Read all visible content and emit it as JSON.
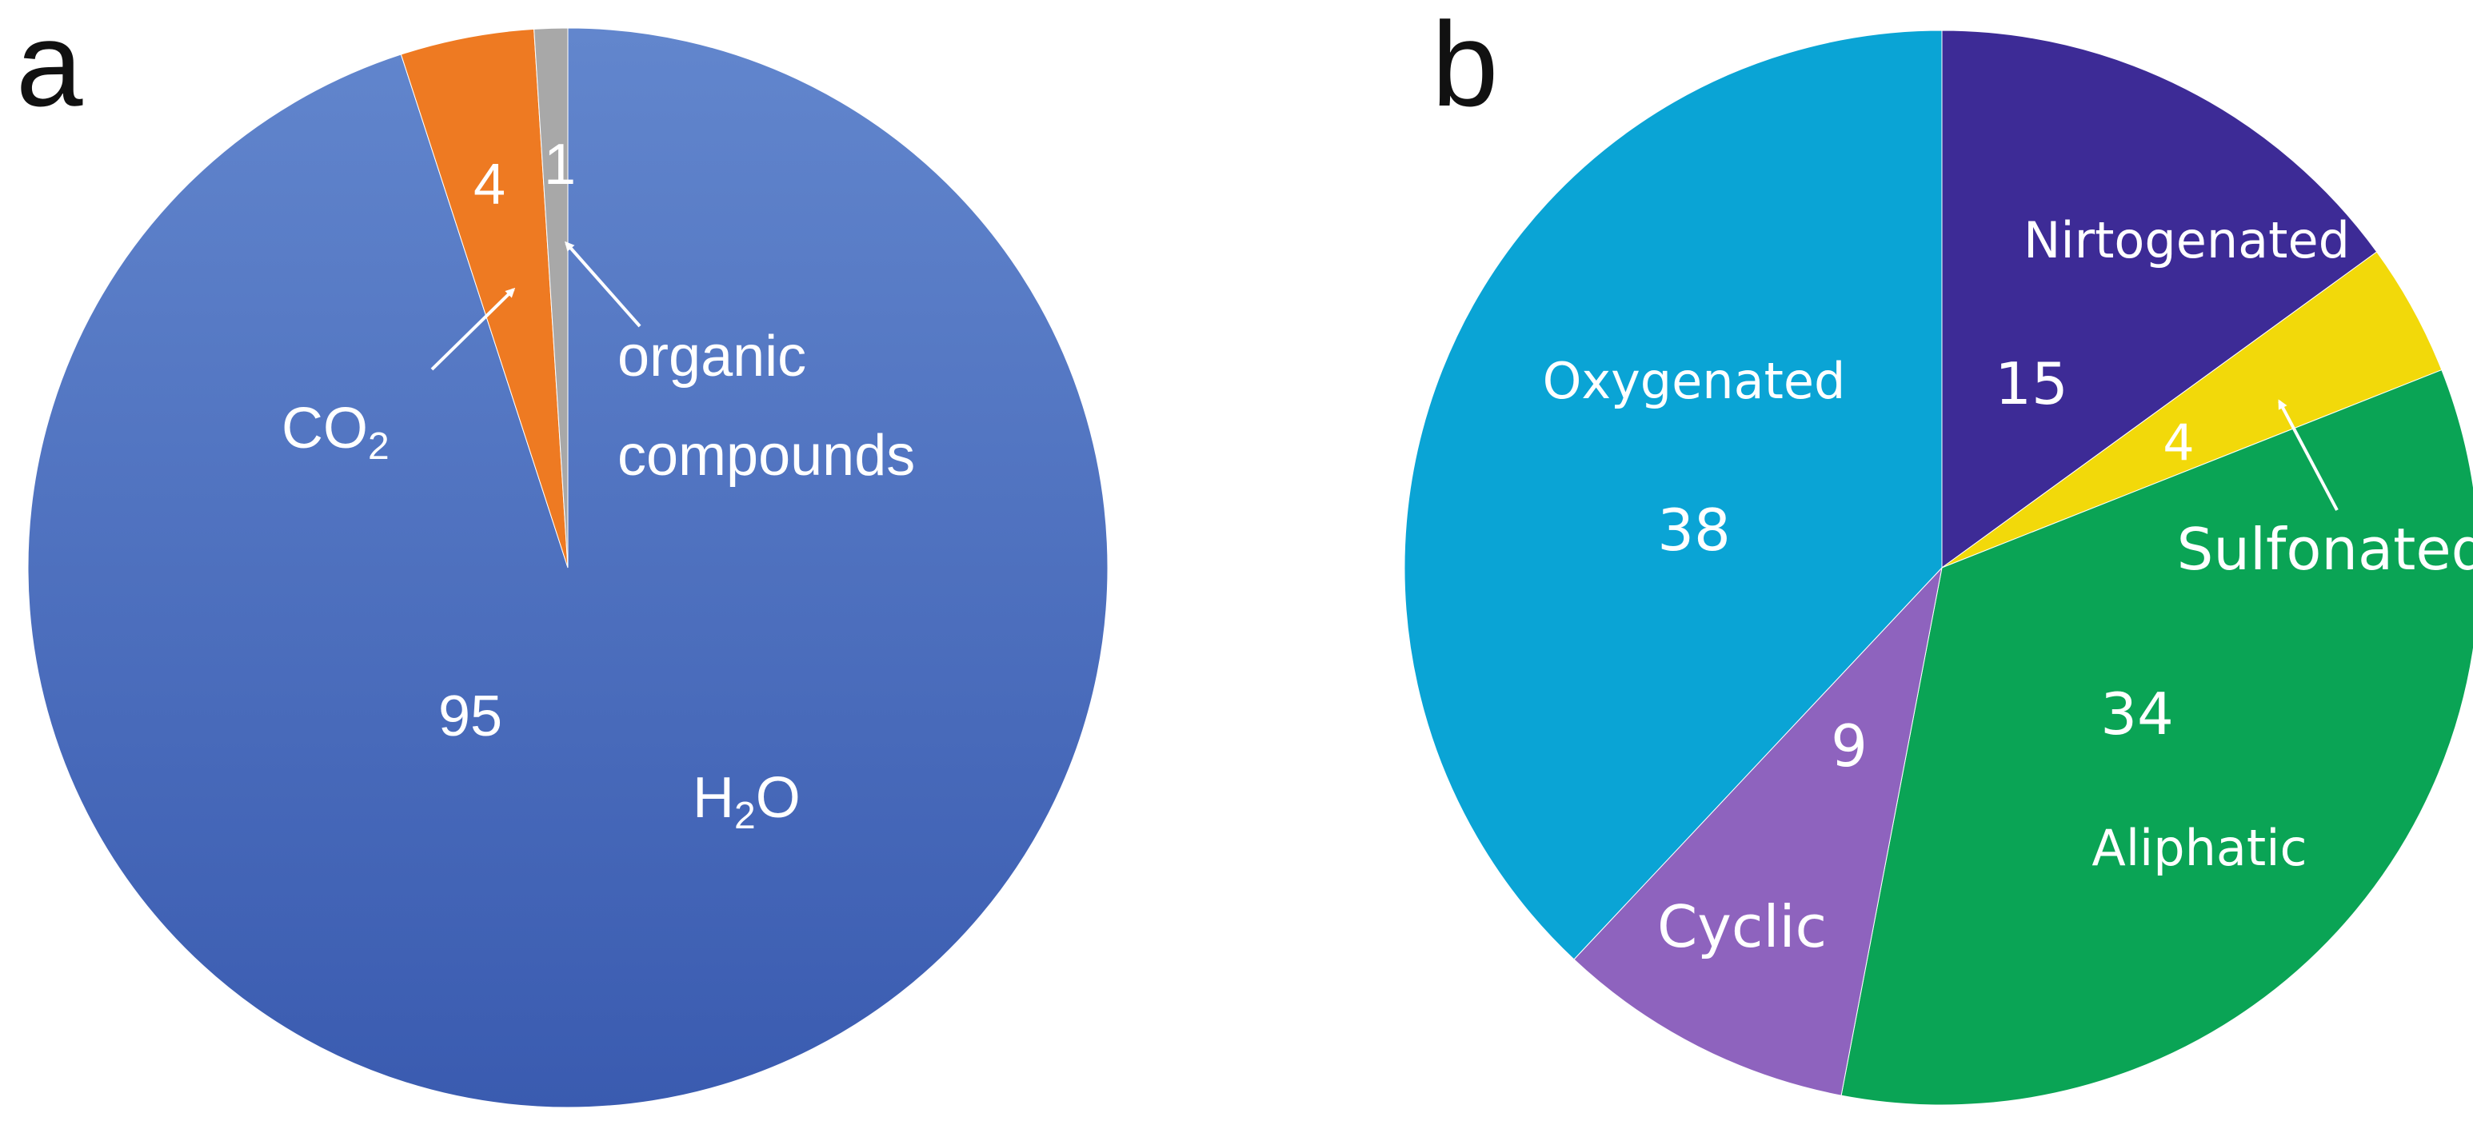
{
  "chart_data": [
    {
      "type": "pie",
      "panel": "a",
      "slices": [
        {
          "label": "H2O",
          "value": 95,
          "color": "#4a6fc2"
        },
        {
          "label": "CO2",
          "value": 4,
          "color": "#ee7a22"
        },
        {
          "label": "organic compounds",
          "value": 1,
          "color": "#a8a8a8"
        }
      ],
      "labels": {
        "h2o_main": "H",
        "h2o_sub": "2",
        "h2o_tail": "O",
        "co2_main": "CO",
        "co2_sub": "2",
        "organic_line1": "organic",
        "organic_line2": "compounds"
      }
    },
    {
      "type": "pie",
      "panel": "b",
      "slices": [
        {
          "label": "Nirtogenated",
          "value": 15,
          "color": "#3d2b96"
        },
        {
          "label": "Sulfonated",
          "value": 4,
          "color": "#f2d90a"
        },
        {
          "label": "Aliphatic",
          "value": 34,
          "color": "#0aa455"
        },
        {
          "label": "Cyclic",
          "value": 9,
          "color": "#8e63be"
        },
        {
          "label": "Oxygenated",
          "value": 38,
          "color": "#0aa4d5"
        }
      ]
    }
  ]
}
